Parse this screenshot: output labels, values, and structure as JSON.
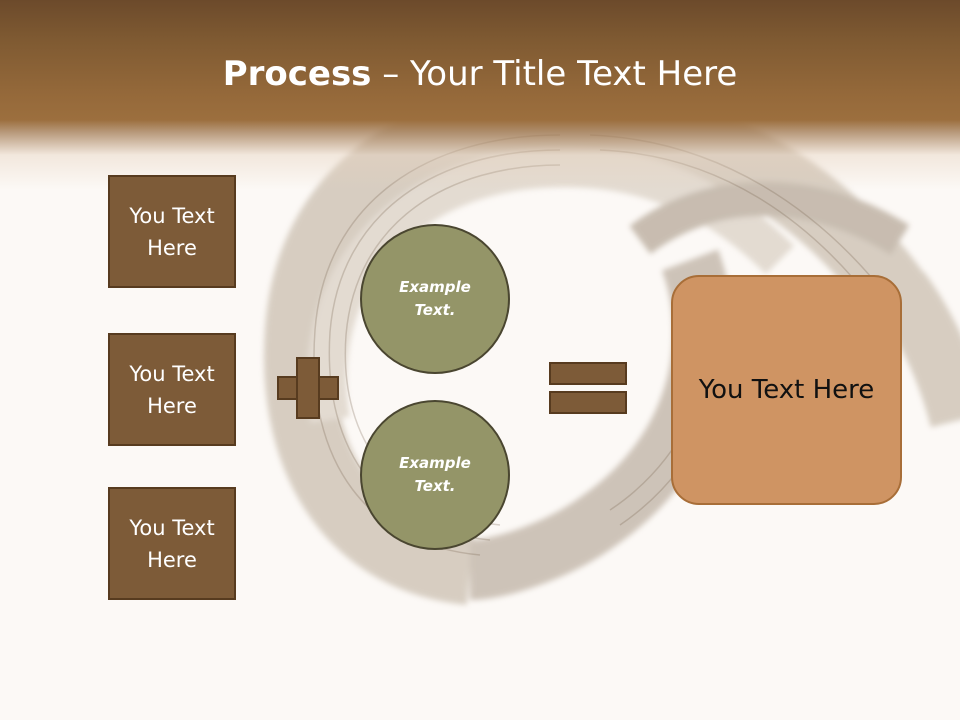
{
  "title": {
    "bold": "Process",
    "rest": " – Your Title Text Here"
  },
  "left_boxes": [
    {
      "label": "You Text Here"
    },
    {
      "label": "You Text Here"
    },
    {
      "label": "You Text Here"
    }
  ],
  "circles": [
    {
      "label": "Example Text."
    },
    {
      "label": "Example Text."
    }
  ],
  "result": {
    "label": "You Text Here"
  },
  "colors": {
    "header": "#8a6135",
    "box_fill": "#7d5b38",
    "circle_fill": "#949568",
    "result_fill": "#cf9463"
  }
}
